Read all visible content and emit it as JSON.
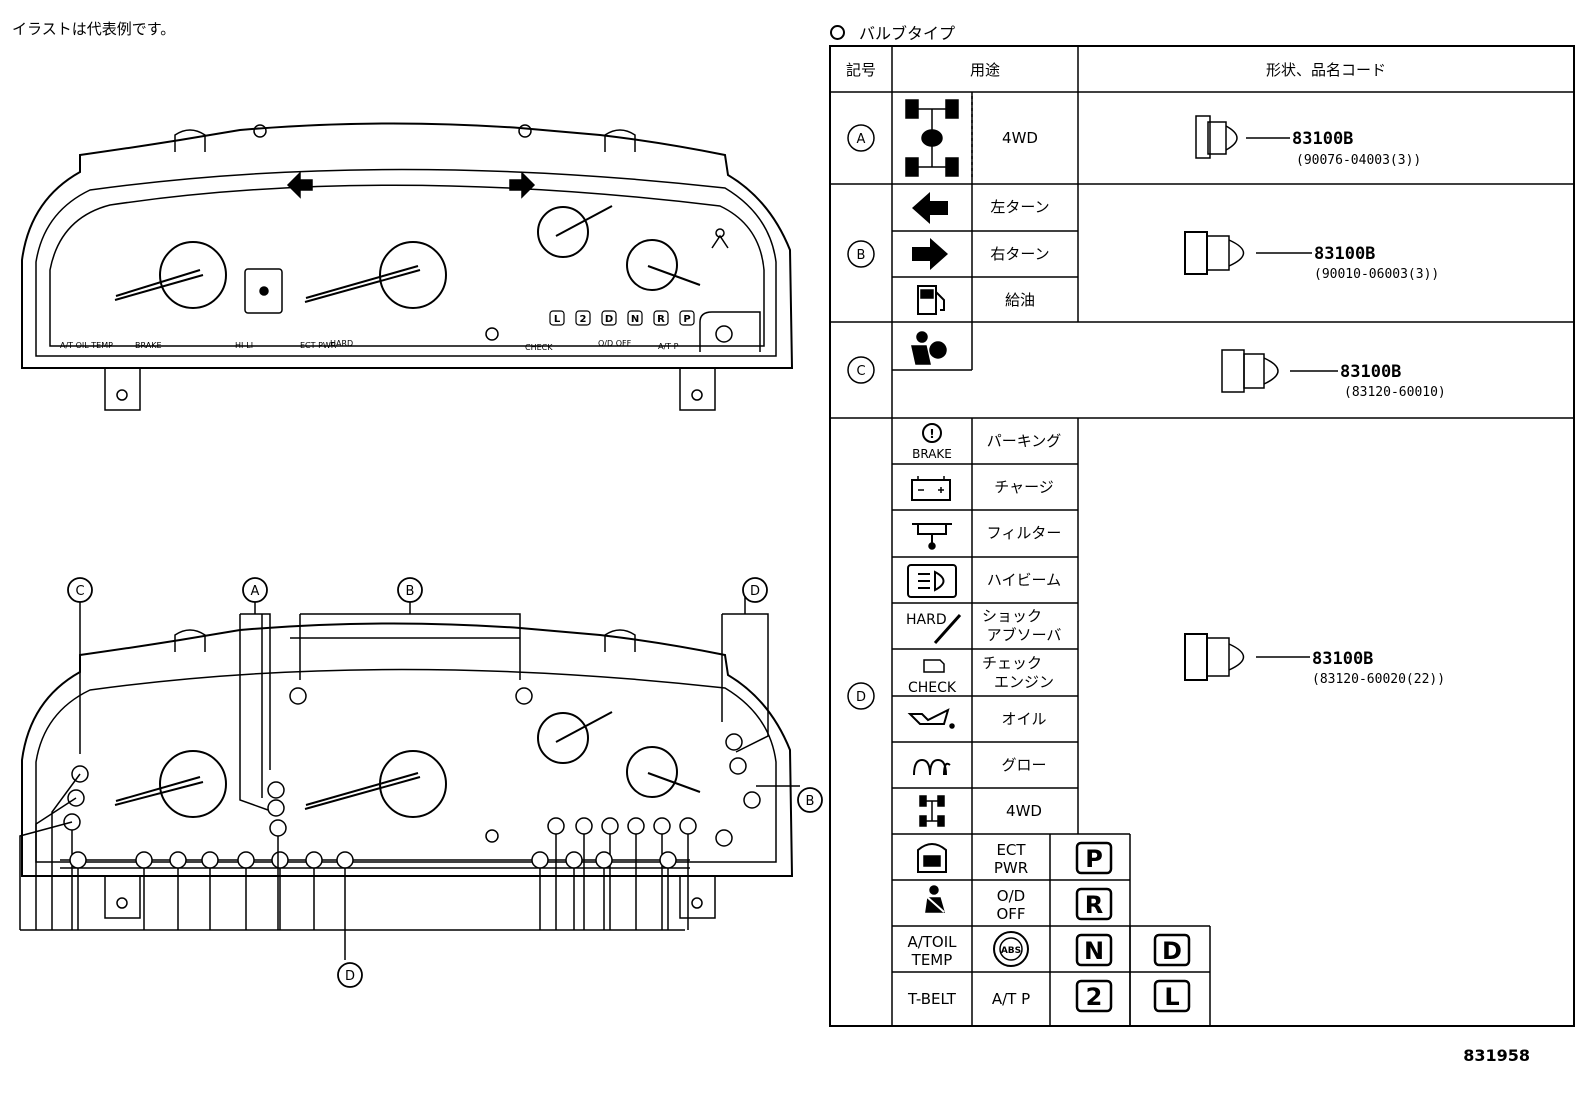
{
  "note": "イラストは代表例です。",
  "bulb_type_title": "バルブタイプ",
  "doc_number": "831958",
  "table": {
    "headers": [
      "記号",
      "用途",
      "形状、品名コード"
    ],
    "rows": [
      {
        "symbol": "A",
        "uses": [
          "4WD"
        ],
        "part_code": "83100B",
        "sub_code": "(90076-04003(3))"
      },
      {
        "symbol": "B",
        "uses": [
          "左ターン",
          "右ターン",
          "給油"
        ],
        "part_code": "83100B",
        "sub_code": "(90010-06003(3))"
      },
      {
        "symbol": "C",
        "uses": [],
        "part_code": "83100B",
        "sub_code": "(83120-60010)"
      },
      {
        "symbol": "D",
        "uses": [
          "パーキング",
          "チャージ",
          "フィルター",
          "ハイビーム",
          "ショック",
          "アブソーバ",
          "チェック",
          "エンジン",
          "オイル",
          "グロー",
          "4WD"
        ],
        "part_code": "83100B",
        "sub_code": "(83120-60020(22))"
      }
    ],
    "icon_text": {
      "brake": "BRAKE",
      "hard": "HARD",
      "check": "CHECK",
      "ect": "ECT",
      "pwr": "PWR",
      "od": "O/D",
      "off": "OFF",
      "atoil": "A/TOIL",
      "temp": "TEMP",
      "tbelt": "T-BELT",
      "atp": "A/T P",
      "abs": "ABS",
      "gears": [
        "P",
        "R",
        "N",
        "D",
        "2",
        "L"
      ]
    }
  },
  "diagram": {
    "callouts": [
      "C",
      "A",
      "B",
      "D",
      "B",
      "D"
    ],
    "top_cluster_labels": {
      "atoil": "A/T OIL TEMP",
      "brake": "BRAKE",
      "hi": "HI-LI",
      "ect": "ECT PWR",
      "hard": "HARD",
      "check": "CHECK",
      "od": "O/D OFF",
      "atp": "A/T P",
      "gears": [
        "L",
        "2",
        "D",
        "N",
        "R",
        "P"
      ]
    }
  }
}
